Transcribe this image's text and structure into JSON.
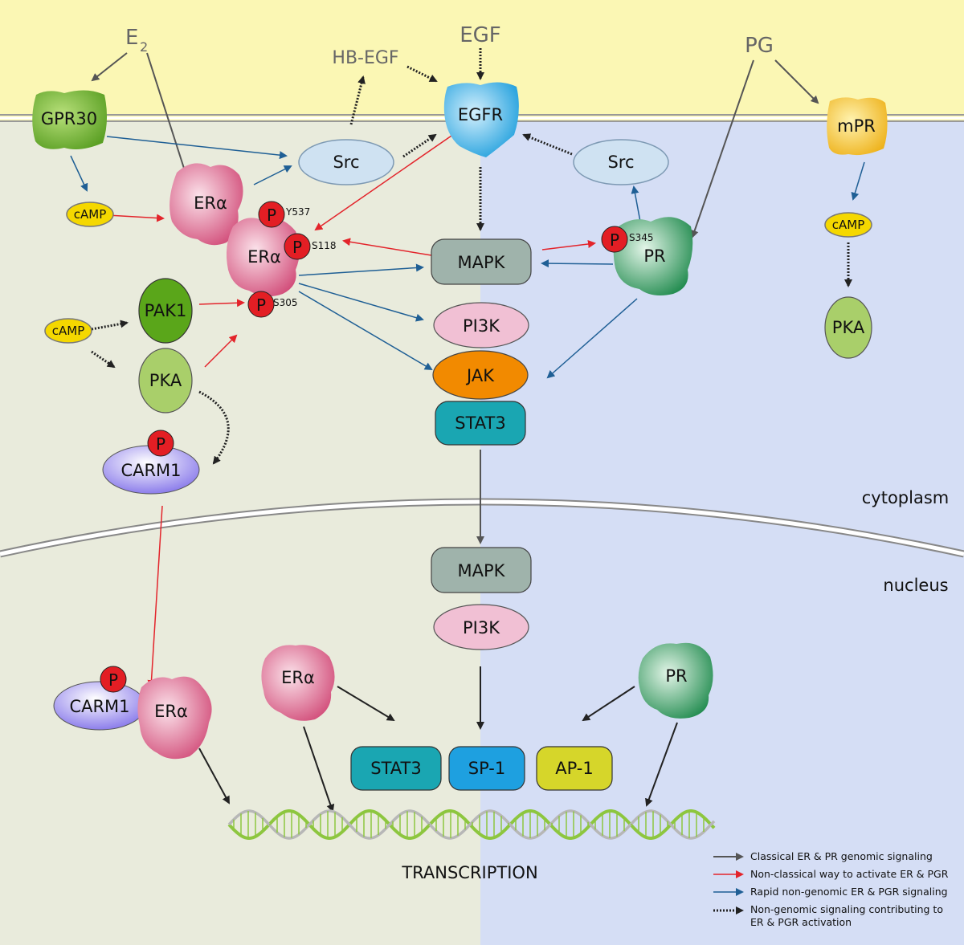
{
  "labels": {
    "e2": "E",
    "e2_sub": "2",
    "egf": "EGF",
    "hbegf": "HB-EGF",
    "pg": "PG",
    "gpr30": "GPR30",
    "egfr": "EGFR",
    "mpr": "mPR",
    "src_left": "Src",
    "src_right": "Src",
    "camp_1": "cAMP",
    "camp_2": "cAMP",
    "camp_3": "cAMP",
    "era_1": "ERα",
    "era_2": "ERα",
    "era_3": "ERα",
    "era_4": "ERα",
    "y537": "Y537",
    "s118": "S118",
    "s305": "S305",
    "s345": "S345",
    "p": "P",
    "mapk_1": "MAPK",
    "mapk_2": "MAPK",
    "pi3k_1": "PI3K",
    "pi3k_2": "PI3K",
    "jak": "JAK",
    "stat3_1": "STAT3",
    "stat3_2": "STAT3",
    "pak1": "PAK1",
    "pka_1": "PKA",
    "pka_2": "PKA",
    "carm1_1": "CARM1",
    "carm1_2": "CARM1",
    "pr_1": "PR",
    "pr_2": "PR",
    "sp1": "SP-1",
    "ap1": "AP-1",
    "cytoplasm": "cytoplasm",
    "nucleus": "nucleus",
    "transcription": "TRANSCRIPTION"
  },
  "legend": {
    "classical": "Classical ER & PR genomic signaling",
    "nonclassical": "Non-classical way  to activate ER & PGR",
    "rapid": "Rapid non-genomic ER & PGR signaling",
    "nongenomic_1": "Non-genomic signaling contributing to",
    "nongenomic_2": "ER & PGR activation"
  },
  "colors": {
    "extracellular": "#fbf7b4",
    "cytoplasm_left": "#e9ebdc",
    "cytoplasm_right": "#d5def5",
    "classical": "#555555",
    "nonclassical": "#e3242b",
    "rapid": "#1f5f95",
    "nongenomic": "#333333",
    "phospho": "#e31e24",
    "era": "#d8537b",
    "pr": "#2e9a5a",
    "gpr30": "#77b93a",
    "egfr": "#27a9e1",
    "mpr": "#f2c12e",
    "mapk": "#9fb3ab",
    "pi3k": "#f1c0d4",
    "jak": "#f28a00",
    "stat3": "#1aa6b2",
    "sp1": "#1ea0e0",
    "ap1": "#d6d62a",
    "pak1": "#5aa61a",
    "pka": "#a9cf6a",
    "carm1": "#8c7cf0",
    "src": "#cfe2f2",
    "camp": "#f5d800",
    "dna": "#8dc63f"
  }
}
